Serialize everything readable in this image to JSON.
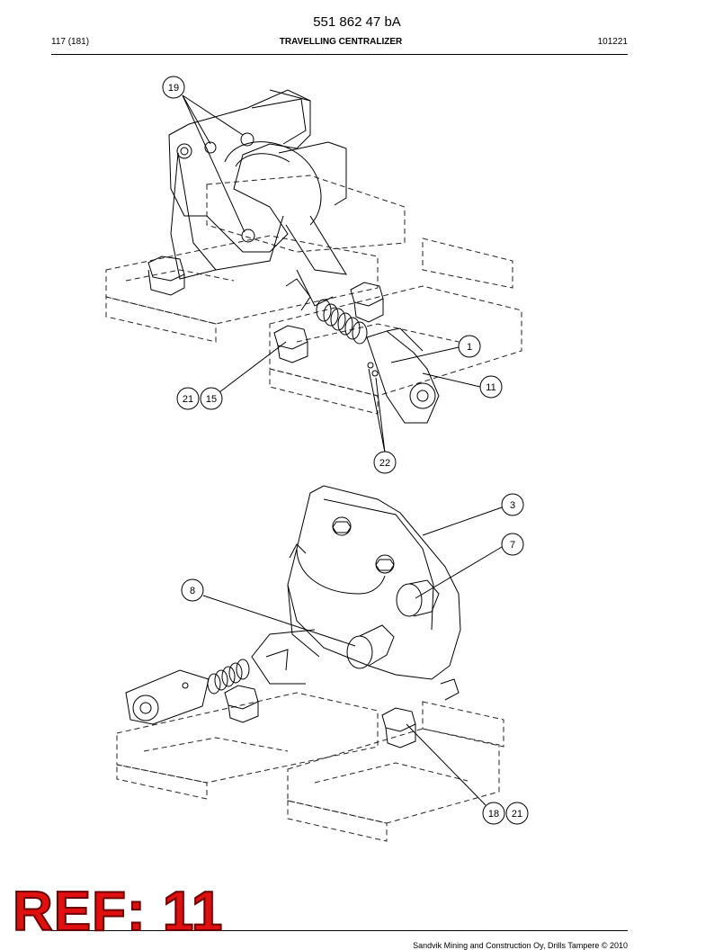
{
  "header": {
    "document_number": "551 862 47 bA",
    "page": "117 (181)",
    "title": "TRAVELLING CENTRALIZER",
    "date_code": "101221"
  },
  "callouts": {
    "c19": "19",
    "c1": "1",
    "c11": "11",
    "c21a": "21",
    "c15": "15",
    "c22": "22",
    "c3": "3",
    "c7": "7",
    "c8": "8",
    "c18": "18",
    "c21b": "21"
  },
  "stamp": {
    "text": "REF: 11",
    "color": "#e01010"
  },
  "footer": {
    "text": "Sandvik Mining and Construction Oy, Drills Tampere © 2010"
  }
}
